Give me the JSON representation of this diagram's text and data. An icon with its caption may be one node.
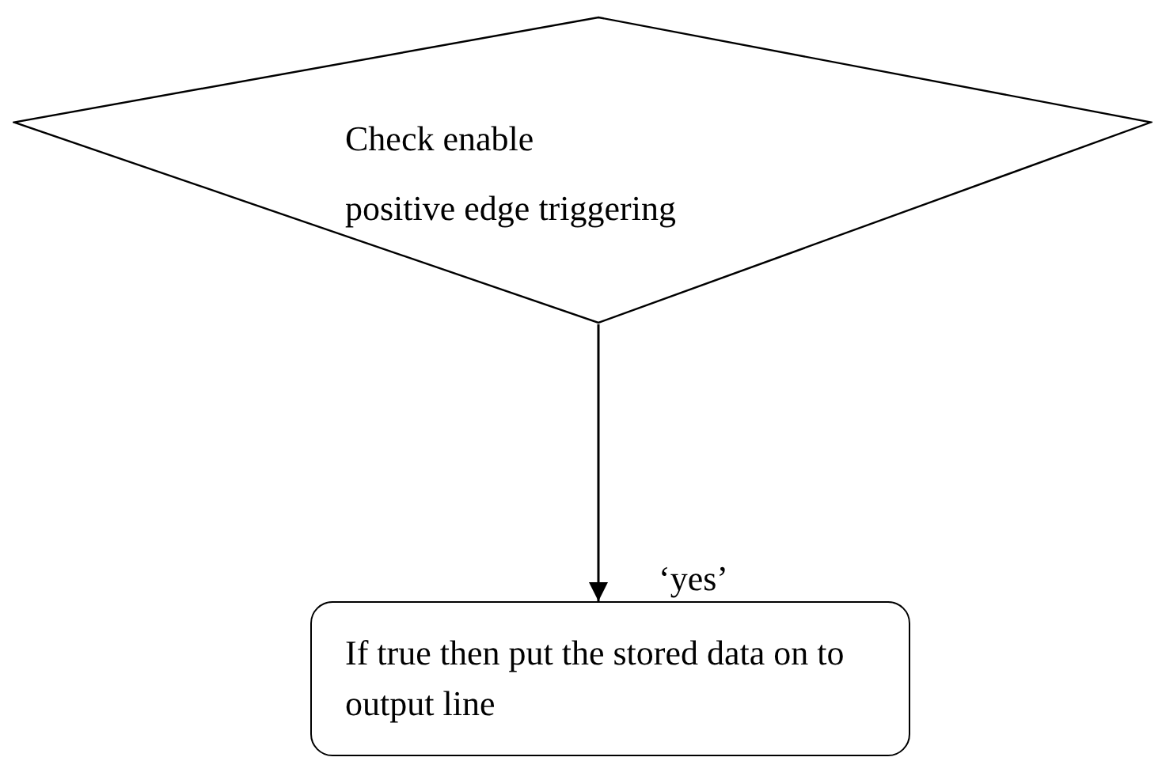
{
  "diagram": {
    "nodes": [
      {
        "text": [
          "Check enable",
          "positive edge triggering"
        ]
      },
      {
        "text": [
          "If true then put the stored data on to output line"
        ]
      }
    ],
    "edges": [
      {
        "from": 0,
        "to": 1,
        "arrow": "to",
        "label": "‘yes’"
      }
    ]
  }
}
